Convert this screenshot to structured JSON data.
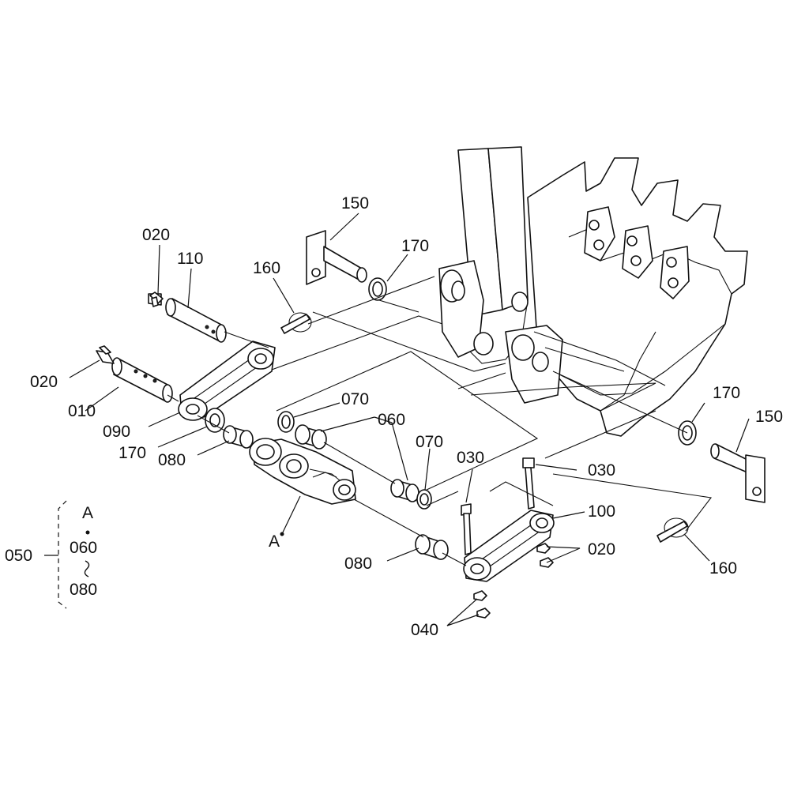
{
  "labels": {
    "l150_top": "150",
    "l170_top": "170",
    "l160_top": "160",
    "l020_top": "020",
    "l110": "110",
    "l020_left": "020",
    "l010": "010",
    "l090": "090",
    "l170_left": "170",
    "l080_left": "080",
    "l070_top": "070",
    "l060": "060",
    "l070_mid": "070",
    "l030_left": "030",
    "l030_right": "030",
    "l100": "100",
    "l020_right": "020",
    "l080_bottom": "080",
    "l040": "040",
    "l170_right": "170",
    "l150_right": "150",
    "l160_right": "160",
    "label_a": "A"
  },
  "legend": {
    "group_number": "050",
    "line_a": "A",
    "line_060": "060",
    "line_080": "080"
  }
}
